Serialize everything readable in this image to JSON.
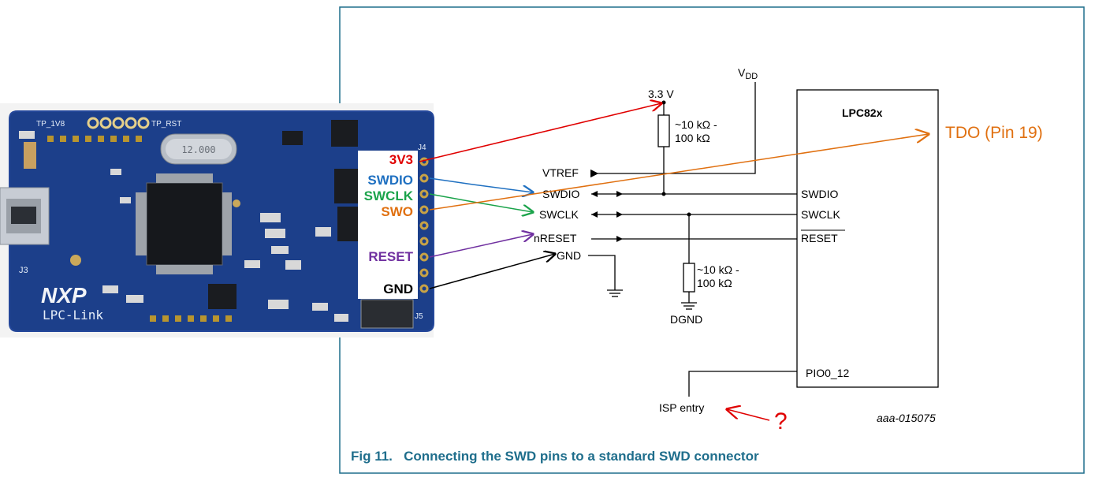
{
  "board": {
    "labels": {
      "tp_1v8": "TP_1V8",
      "tp_rst": "TP_RST",
      "logo": "NXP",
      "name": "LPC-Link",
      "j3": "J3",
      "j4": "J4",
      "j5": "J5",
      "crystal": "12.000"
    }
  },
  "pins": [
    {
      "label": "3V3",
      "color": "#e00000"
    },
    {
      "label": "SWDIO",
      "color": "#1f70c1"
    },
    {
      "label": "SWCLK",
      "color": "#1aa34a"
    },
    {
      "label": "SWO",
      "color": "#e07010"
    },
    {
      "label": "RESET",
      "color": "#7030a0"
    },
    {
      "label": "GND",
      "color": "#000000"
    }
  ],
  "schematic": {
    "vdd": "V",
    "vdd_sub": "DD",
    "v33": "3.3 V",
    "r1": [
      "~10 kΩ -",
      "100 kΩ"
    ],
    "r2": [
      "~10 kΩ -",
      "100 kΩ"
    ],
    "chip": "LPC82x",
    "chip_pins": [
      "SWDIO",
      "SWCLK",
      "RESET",
      "PIO0_12"
    ],
    "connector": [
      "VTREF",
      "SWDIO",
      "SWCLK",
      "nRESET",
      "GND"
    ],
    "dgnd": "DGND",
    "isp": "ISP entry",
    "figid": "aaa-015075"
  },
  "annotations": {
    "tdo": "TDO (Pin 19)",
    "tdo_color": "#e07010",
    "question": "?",
    "question_color": "#e00000"
  },
  "caption": "Fig 11.   Connecting the SWD pins to a standard SWD connector"
}
